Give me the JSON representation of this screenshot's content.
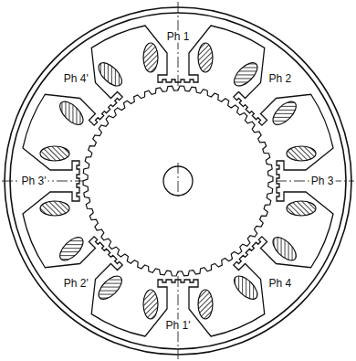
{
  "diagram": {
    "labels": [
      "Ph 1",
      "Ph 4'",
      "Ph 2",
      "Ph 3'",
      "Ph 3",
      "Ph 4",
      "Ph 2'",
      "Ph 1'"
    ]
  }
}
